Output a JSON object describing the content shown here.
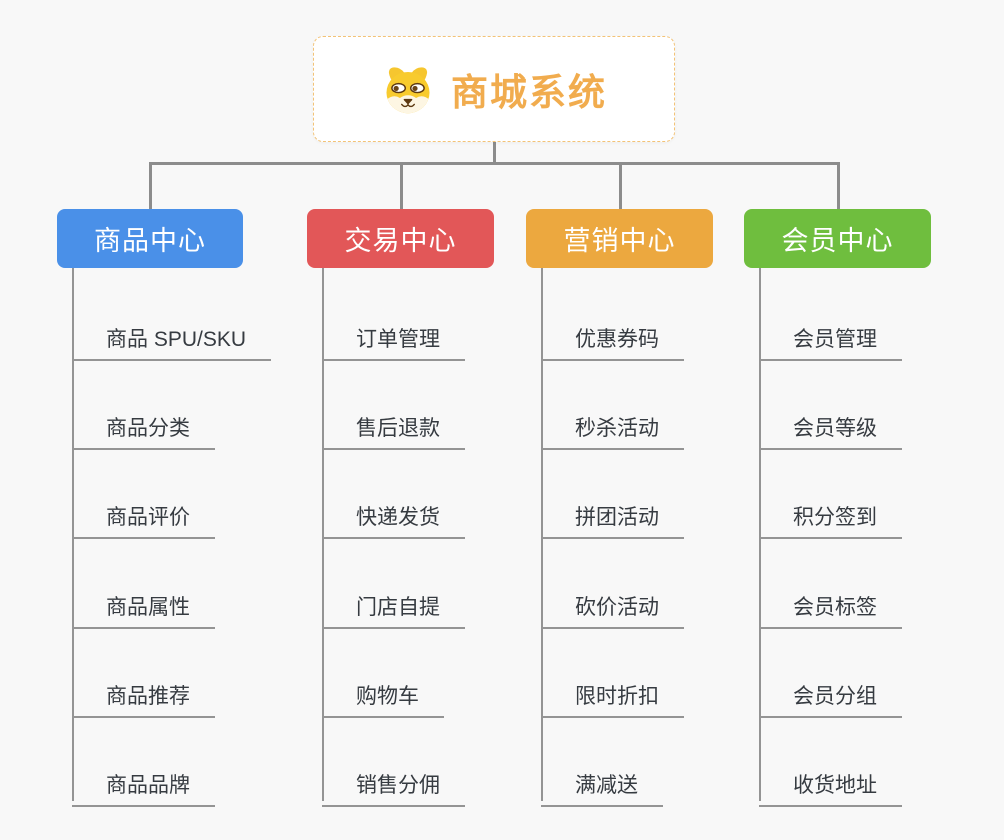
{
  "root": {
    "title": "商城系统",
    "icon": "dog-icon",
    "title_color": "#f1ac4e",
    "border_color": "#f3c377"
  },
  "connector_color": "#8c8c8c",
  "branches": [
    {
      "name": "product-center",
      "label": "商品中心",
      "color": "#4a90e8",
      "children": [
        "商品 SPU/SKU",
        "商品分类",
        "商品评价",
        "商品属性",
        "商品推荐",
        "商品品牌"
      ]
    },
    {
      "name": "trade-center",
      "label": "交易中心",
      "color": "#e25758",
      "children": [
        "订单管理",
        "售后退款",
        "快递发货",
        "门店自提",
        "购物车",
        "销售分佣"
      ]
    },
    {
      "name": "marketing-center",
      "label": "营销中心",
      "color": "#eca83f",
      "children": [
        "优惠券码",
        "秒杀活动",
        "拼团活动",
        "砍价活动",
        "限时折扣",
        "满减送"
      ]
    },
    {
      "name": "member-center",
      "label": "会员中心",
      "color": "#6fbe3e",
      "children": [
        "会员管理",
        "会员等级",
        "积分签到",
        "会员标签",
        "会员分组",
        "收货地址"
      ]
    }
  ]
}
